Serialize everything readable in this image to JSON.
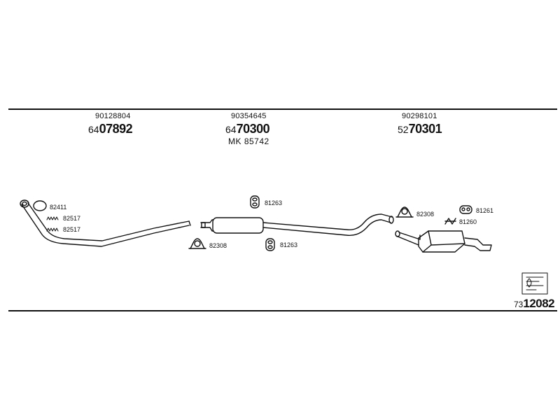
{
  "header_parts": [
    {
      "oe_number": "90128804",
      "prefix": "64",
      "main": "07892"
    },
    {
      "oe_number": "90354645",
      "prefix": "64",
      "main": "70300",
      "sub": "MK  85742"
    },
    {
      "oe_number": "90298101",
      "prefix": "52",
      "main": "70301"
    }
  ],
  "kit_number": {
    "prefix": "73",
    "main": "12082"
  },
  "part_labels": {
    "front_ring": "82411",
    "front_bolt_1": "82517",
    "front_bolt_2": "82517",
    "mid_hanger_top": "81263",
    "mid_clamp": "82308",
    "mid_hanger_bottom": "81263",
    "rear_clamp": "82308",
    "rear_hanger_1": "81261",
    "rear_hanger_2": "81260"
  },
  "colors": {
    "line": "#111111",
    "background": "#ffffff"
  },
  "icons": [
    "manual-book-icon"
  ]
}
